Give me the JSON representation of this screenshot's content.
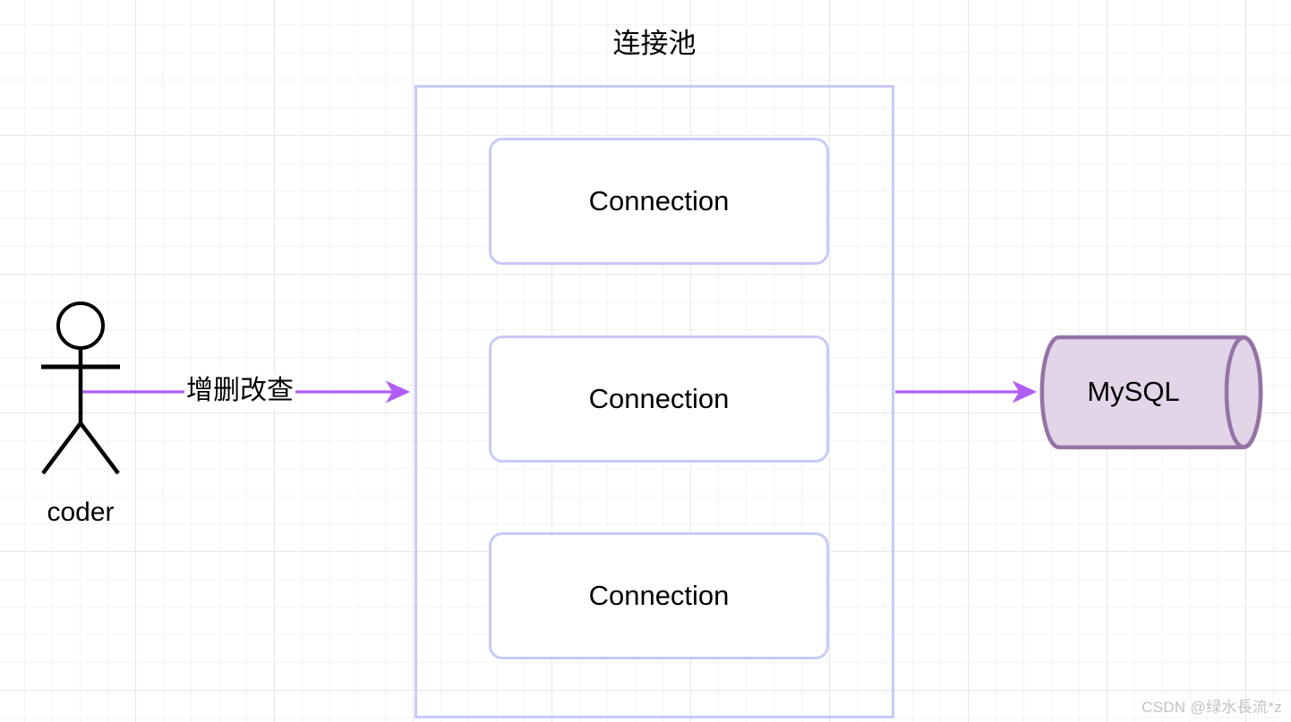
{
  "diagram": {
    "title": "连接池",
    "background": {
      "grid": true,
      "minor_grid_color": "#f4f4f4",
      "major_grid_color": "#e6e6e6",
      "page_color": "#ffffff"
    },
    "actor": {
      "label": "coder",
      "icon": "uml-actor-stick-figure",
      "stroke_color": "#000000"
    },
    "pool": {
      "title": "连接池",
      "border_color": "#c7caf8",
      "items": [
        {
          "label": "Connection"
        },
        {
          "label": "Connection"
        },
        {
          "label": "Connection"
        }
      ],
      "item_border_color": "#c7caf8",
      "item_fill_color": "#ffffff"
    },
    "database": {
      "label": "MySQL",
      "shape": "cylinder",
      "fill_color": "#e1d5e7",
      "border_color": "#9673a6"
    },
    "edges": [
      {
        "from": "coder",
        "to": "连接池",
        "label": "增删改查",
        "color": "#b05cf5"
      },
      {
        "from": "连接池",
        "to": "MySQL",
        "label": "",
        "color": "#b05cf5"
      }
    ]
  },
  "watermark": {
    "text": "CSDN @绿水長流*z"
  }
}
